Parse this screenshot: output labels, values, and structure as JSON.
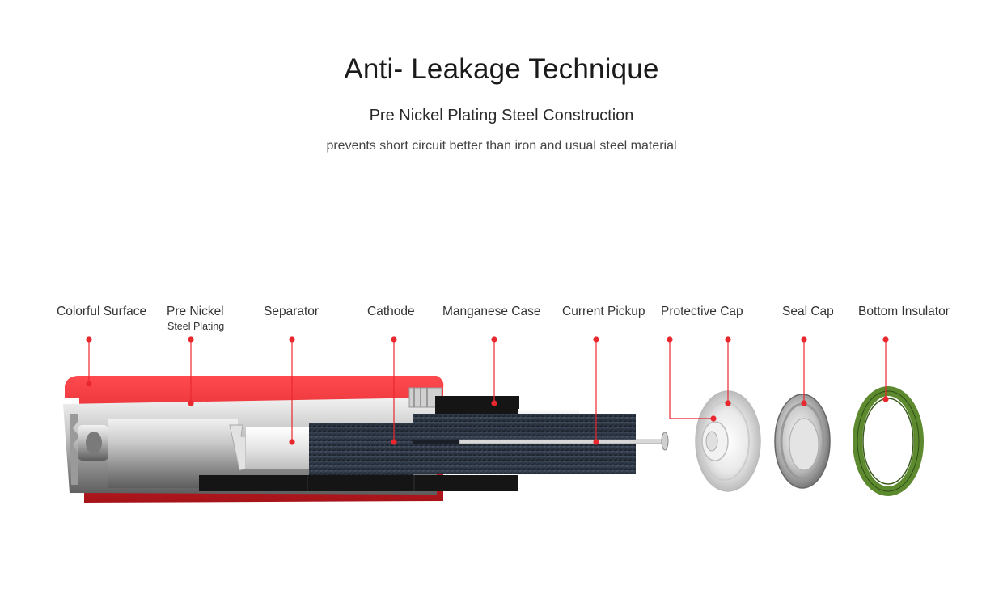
{
  "header": {
    "title": "Anti- Leakage Technique",
    "subtitle": "Pre Nickel Plating Steel Construction",
    "description": "prevents short circuit better than iron and usual steel material"
  },
  "labels": {
    "colorful_surface": "Colorful Surface",
    "pre_nickel": "Pre Nickel",
    "pre_nickel_sub": "Steel Plating",
    "separator": "Separator",
    "cathode": "Cathode",
    "manganese_case": "Manganese Case",
    "current_pickup": "Current Pickup",
    "protective_cap": "Protective Cap",
    "seal_cap": "Seal Cap",
    "bottom_insulator": "Bottom Insulator"
  },
  "colors": {
    "accent": "#e8282e",
    "shell_red": "#d9232a",
    "steel": "#b8b8b8",
    "cathode": "#2b3340",
    "insulator_green": "#4f7a2a"
  }
}
